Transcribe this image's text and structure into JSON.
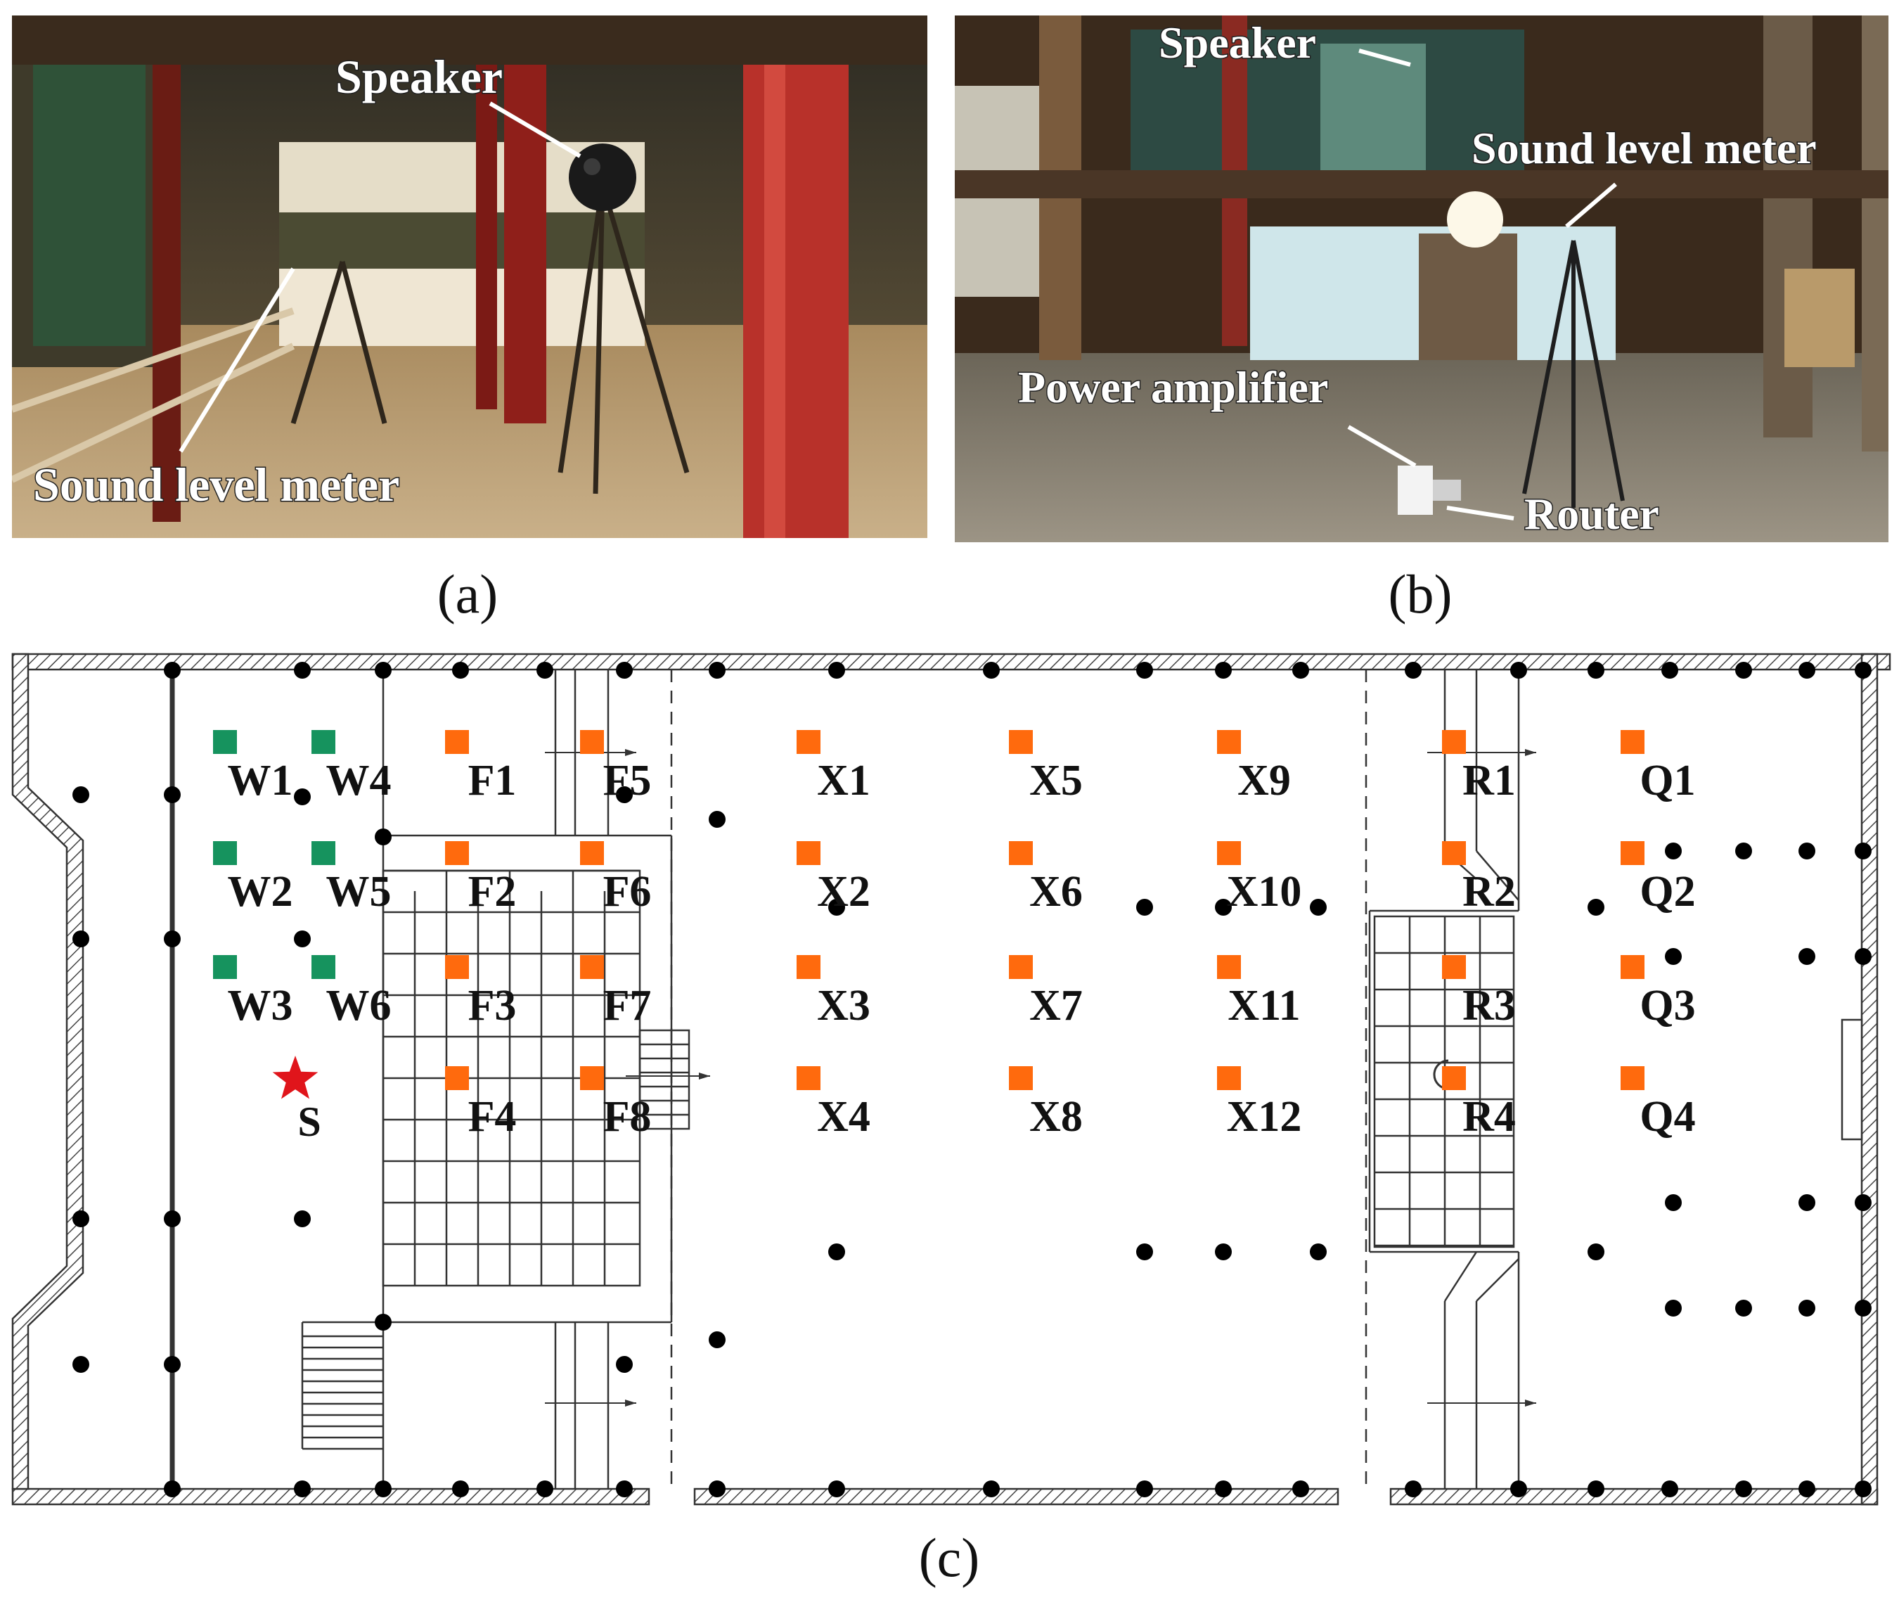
{
  "panels": {
    "a": {
      "caption": "(a)",
      "labels": {
        "speaker": "Speaker",
        "meter": "Sound level meter"
      }
    },
    "b": {
      "caption": "(b)",
      "labels": {
        "speaker": "Speaker",
        "meter": "Sound level meter",
        "amplifier": "Power amplifier",
        "router": "Router"
      }
    },
    "c": {
      "caption": "(c)",
      "source_label": "S",
      "colors": {
        "green": "#16935e",
        "orange": "#ff6a0d",
        "source": "#e0151b",
        "column": "#000000"
      },
      "receivers": [
        {
          "id": "W1",
          "group": "green"
        },
        {
          "id": "W4",
          "group": "green"
        },
        {
          "id": "W2",
          "group": "green"
        },
        {
          "id": "W5",
          "group": "green"
        },
        {
          "id": "W3",
          "group": "green"
        },
        {
          "id": "W6",
          "group": "green"
        },
        {
          "id": "F1",
          "group": "orange"
        },
        {
          "id": "F5",
          "group": "orange"
        },
        {
          "id": "F2",
          "group": "orange"
        },
        {
          "id": "F6",
          "group": "orange"
        },
        {
          "id": "F3",
          "group": "orange"
        },
        {
          "id": "F7",
          "group": "orange"
        },
        {
          "id": "F4",
          "group": "orange"
        },
        {
          "id": "F8",
          "group": "orange"
        },
        {
          "id": "X1",
          "group": "orange"
        },
        {
          "id": "X5",
          "group": "orange"
        },
        {
          "id": "X9",
          "group": "orange"
        },
        {
          "id": "X2",
          "group": "orange"
        },
        {
          "id": "X6",
          "group": "orange"
        },
        {
          "id": "X10",
          "group": "orange"
        },
        {
          "id": "X3",
          "group": "orange"
        },
        {
          "id": "X7",
          "group": "orange"
        },
        {
          "id": "X11",
          "group": "orange"
        },
        {
          "id": "X4",
          "group": "orange"
        },
        {
          "id": "X8",
          "group": "orange"
        },
        {
          "id": "X12",
          "group": "orange"
        },
        {
          "id": "R1",
          "group": "orange"
        },
        {
          "id": "R2",
          "group": "orange"
        },
        {
          "id": "R3",
          "group": "orange"
        },
        {
          "id": "R4",
          "group": "orange"
        },
        {
          "id": "Q1",
          "group": "orange"
        },
        {
          "id": "Q2",
          "group": "orange"
        },
        {
          "id": "Q3",
          "group": "orange"
        },
        {
          "id": "Q4",
          "group": "orange"
        }
      ]
    }
  }
}
